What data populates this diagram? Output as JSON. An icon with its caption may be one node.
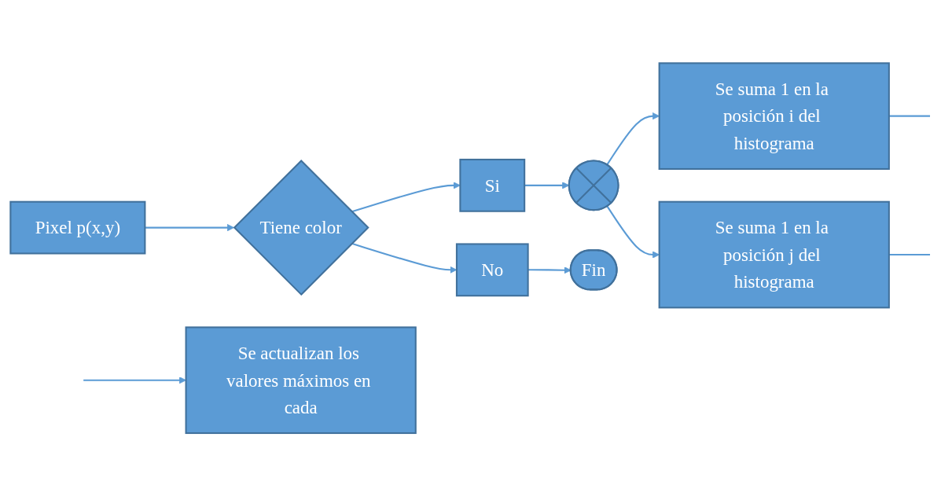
{
  "diagram": {
    "nodes": [
      {
        "text": [
          "Pixel p(x,y)"
        ]
      },
      {
        "text": [
          "Tiene color"
        ]
      },
      {
        "text": [
          "Si"
        ]
      },
      {
        "text": [],
        "shape": "circle"
      },
      {
        "text": [
          "Se suma 1 en la posición i del histograma"
        ]
      },
      {
        "text": [
          "Se suma 1 en la posición j del histograma"
        ]
      },
      {
        "text": [
          "No"
        ]
      },
      {
        "text": [
          "Fin"
        ]
      },
      {
        "text": [
          "Se actualizan los valores máximos en cada"
        ]
      }
    ],
    "edges": [
      {
        "from": 0,
        "to": 1,
        "arrow": "to"
      },
      {
        "from": 1,
        "to": 2,
        "arrow": "to"
      },
      {
        "from": 2,
        "to": 3,
        "arrow": "to"
      },
      {
        "from": 3,
        "to": 4,
        "arrow": "to"
      },
      {
        "from": 3,
        "to": 5,
        "arrow": "to"
      },
      {
        "from": 1,
        "to": 6,
        "arrow": "to"
      },
      {
        "from": 6,
        "to": 7,
        "arrow": "to"
      },
      {
        "from": 4,
        "to": null,
        "arrow": "none"
      },
      {
        "from": 5,
        "to": null,
        "arrow": "none"
      },
      {
        "from": null,
        "to": 8,
        "arrow": "to"
      }
    ]
  }
}
